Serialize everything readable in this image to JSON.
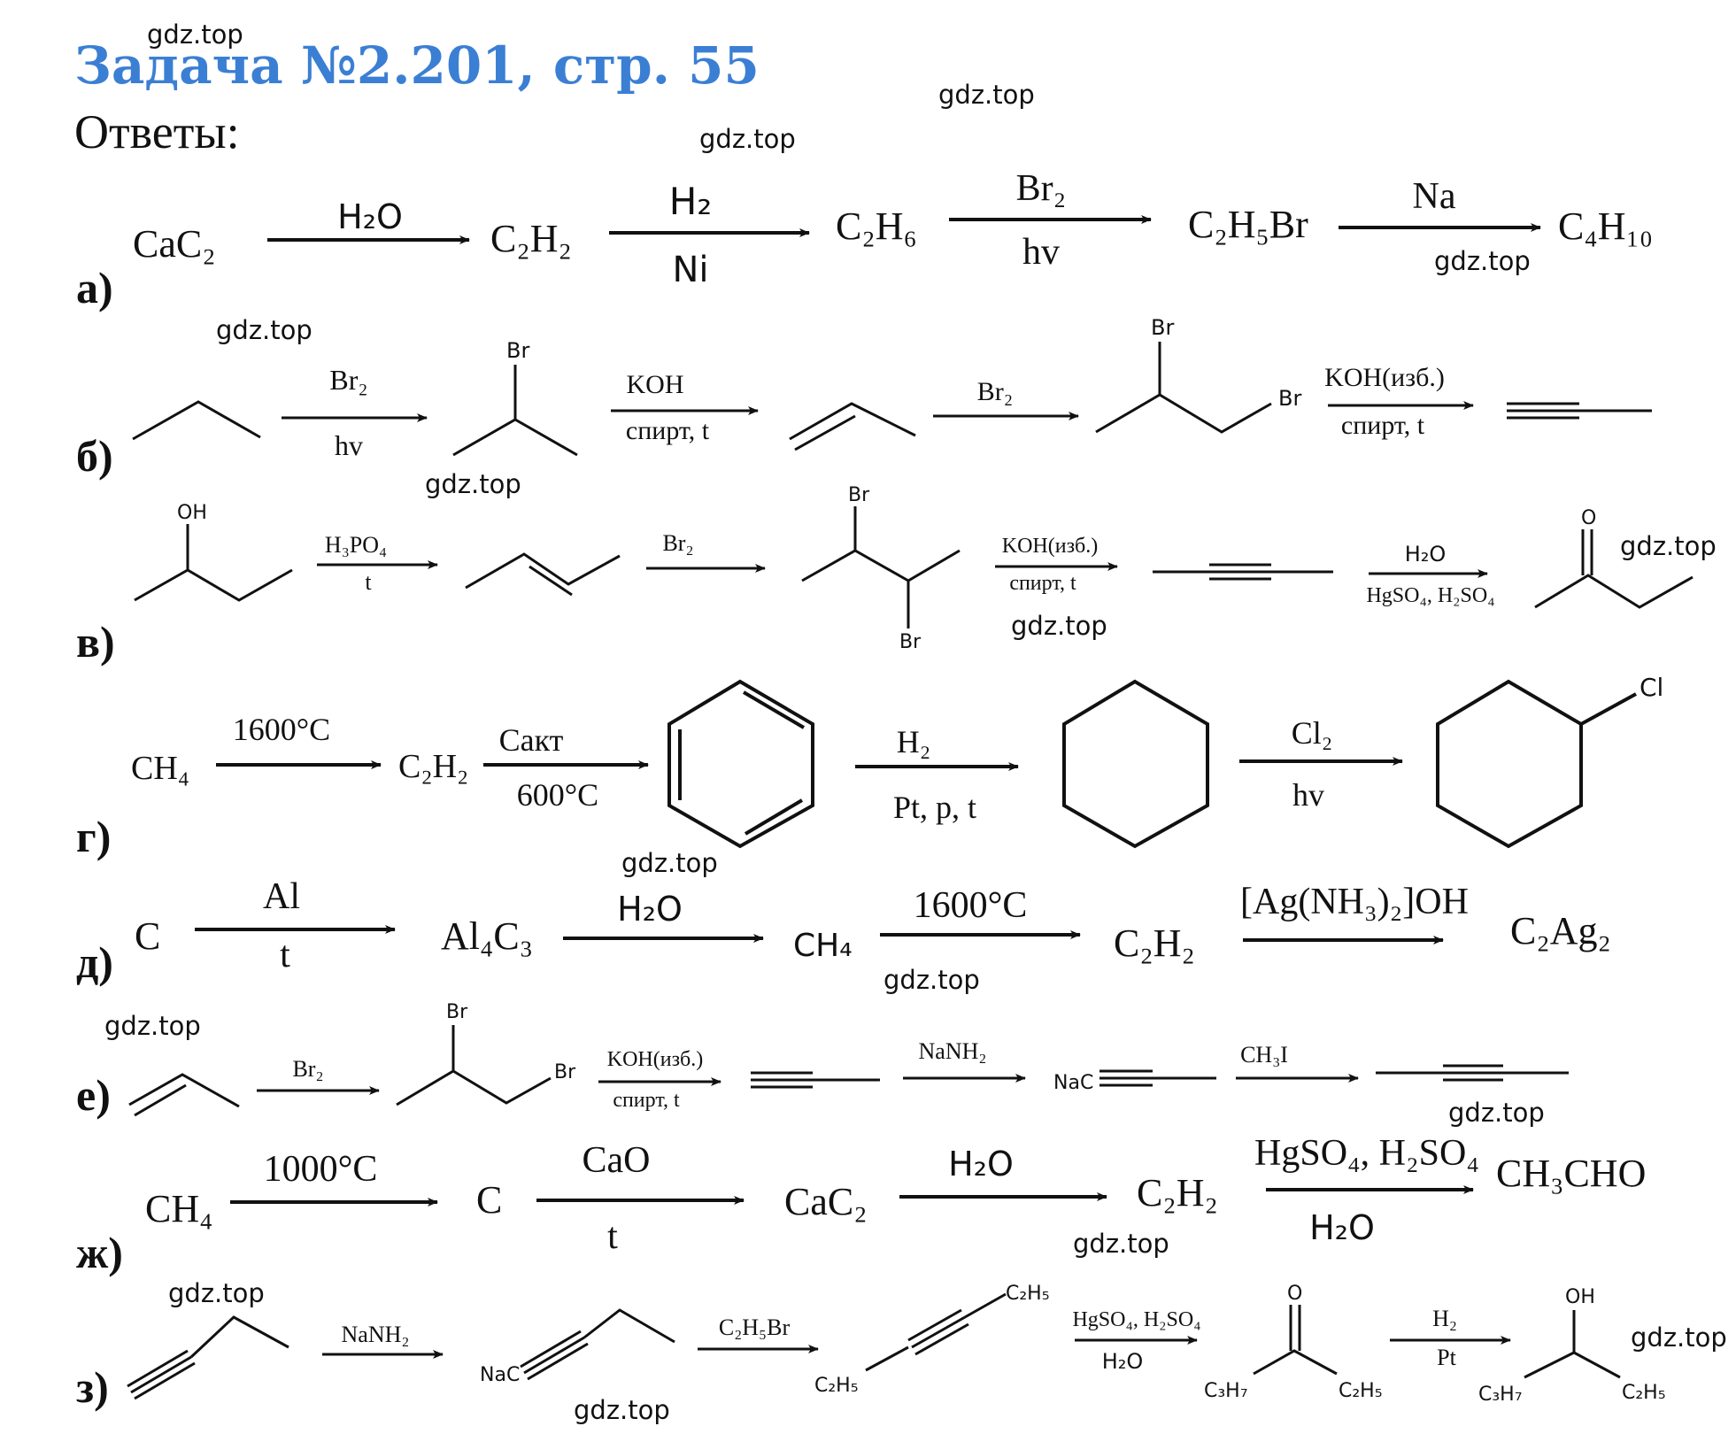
{
  "header": {
    "title": "Задача №2.201, стр. 55",
    "subtitle": "Ответы:"
  },
  "watermark": "gdz.top",
  "row_labels": [
    "а)",
    "б)",
    "в)",
    "г)",
    "д)",
    "е)",
    "ж)",
    "з)"
  ],
  "sections": {
    "a": {
      "species": [
        "CaC₂",
        "C₂H₂",
        "C₂H₆",
        "C₂H₅Br",
        "C₄H₁₀"
      ],
      "conditions": [
        [
          "H₂O",
          ""
        ],
        [
          "H₂",
          "Ni"
        ],
        [
          "Br₂",
          "hv"
        ],
        [
          "Na",
          ""
        ]
      ]
    },
    "b": {
      "atoms": [
        "Br",
        "Br",
        "Br"
      ],
      "conditions": [
        [
          "Br₂",
          "hv"
        ],
        [
          "KOH",
          "спирт, t"
        ],
        [
          "Br₂",
          ""
        ],
        [
          "KOH(изб.)",
          "спирт, t"
        ]
      ]
    },
    "v": {
      "atoms": [
        "OH",
        "Br",
        "Br",
        "O"
      ],
      "conditions": [
        [
          "H₃PO₄",
          "t"
        ],
        [
          "Br₂",
          ""
        ],
        [
          "KOH(изб.)",
          "спирт, t"
        ],
        [
          "H₂O",
          "HgSO₄, H₂SO₄"
        ]
      ]
    },
    "g": {
      "species": [
        "CH₄",
        "C₂H₂"
      ],
      "atoms": [
        "Cl"
      ],
      "conditions": [
        [
          "1600°C",
          ""
        ],
        [
          "Cакт",
          "600°C"
        ],
        [
          "H₂",
          "Pt, p, t"
        ],
        [
          "Cl₂",
          "hv"
        ]
      ]
    },
    "d": {
      "species": [
        "C",
        "Al₄C₃",
        "CH₄",
        "C₂H₂",
        "C₂Ag₂"
      ],
      "conditions": [
        [
          "Al",
          "t"
        ],
        [
          "H₂O",
          ""
        ],
        [
          "1600°C",
          ""
        ],
        [
          "[Ag(NH₃)₂]OH",
          ""
        ]
      ]
    },
    "e": {
      "atoms": [
        "Br",
        "Br",
        "NaC"
      ],
      "conditions": [
        [
          "Br₂",
          ""
        ],
        [
          "KOH(изб.)",
          "спирт, t"
        ],
        [
          "NaNH₂",
          ""
        ],
        [
          "CH₃I",
          ""
        ]
      ]
    },
    "zh": {
      "species": [
        "CH₄",
        "C",
        "CaC₂",
        "C₂H₂",
        "CH₃CHO"
      ],
      "conditions": [
        [
          "1000°C",
          ""
        ],
        [
          "CaO",
          "t"
        ],
        [
          "H₂O",
          ""
        ],
        [
          "HgSO₄, H₂SO₄",
          "H₂O"
        ]
      ]
    },
    "z": {
      "atoms": [
        "NaC",
        "C₂H₅",
        "C₂H₅",
        "O",
        "C₃H₇",
        "C₂H₅",
        "OH",
        "C₃H₇",
        "C₂H₅"
      ],
      "conditions": [
        [
          "NaNH₂",
          ""
        ],
        [
          "C₂H₅Br",
          ""
        ],
        [
          "HgSO₄, H₂SO₄",
          "H₂O"
        ],
        [
          "H₂",
          "Pt"
        ]
      ]
    }
  }
}
